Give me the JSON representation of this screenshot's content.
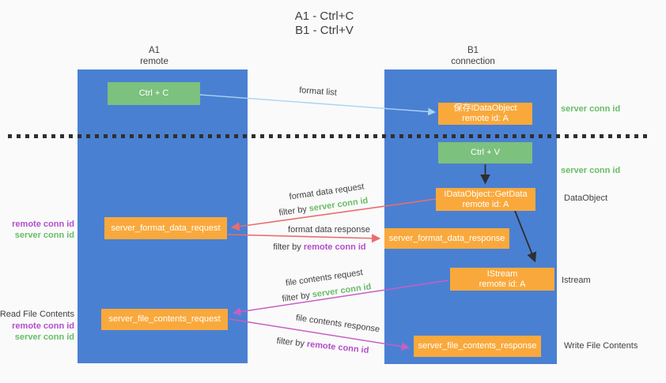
{
  "title": {
    "line1": "A1 - Ctrl+C",
    "line2": "B1 - Ctrl+V"
  },
  "columns": {
    "left": {
      "line1": "A1",
      "line2": "remote"
    },
    "right": {
      "line1": "B1",
      "line2": "connection"
    }
  },
  "nodes": {
    "ctrl_c": "Ctrl + C",
    "ctrl_v": "Ctrl + V",
    "save_dataobject": {
      "line1": "保存IDataObject",
      "line2": "remote id: A"
    },
    "getdata": {
      "line1": "IDataObject::GetData",
      "line2": "remote id: A"
    },
    "istream": {
      "line1": "IStream",
      "line2": "remote id: A"
    },
    "format_request": "server_format_data_request",
    "format_response": "server_format_data_response",
    "file_request": "server_file_contents_request",
    "file_response": "server_file_contents_response"
  },
  "arrow_labels": {
    "format_list": "format list",
    "format_data_request": "format data request",
    "format_data_response": "format data response",
    "file_contents_request": "file contents request",
    "file_contents_response": "file contents response",
    "filter_by": "filter by",
    "server_conn_id": "server conn id",
    "remote_conn_id": "remote conn id"
  },
  "side_labels": {
    "remote_conn_id": "remote conn id",
    "server_conn_id": "server conn id",
    "read_file_contents": "Read File Contents",
    "dataobject": "DataObject",
    "istream": "Istream",
    "write_file_contents": "Write File Contents"
  },
  "colors": {
    "column_blue": "#4a80d2",
    "box_green": "#7cc17e",
    "box_orange": "#f9a93c",
    "arrow_lightblue": "#a8d4f2",
    "arrow_red": "#e96d6d",
    "arrow_magenta": "#c75fc5",
    "arrow_black": "#2f2f2f",
    "text_green": "#68bd68",
    "text_purple": "#b44ecb",
    "text_dark": "#3f3f3f",
    "background": "#fafafa"
  }
}
